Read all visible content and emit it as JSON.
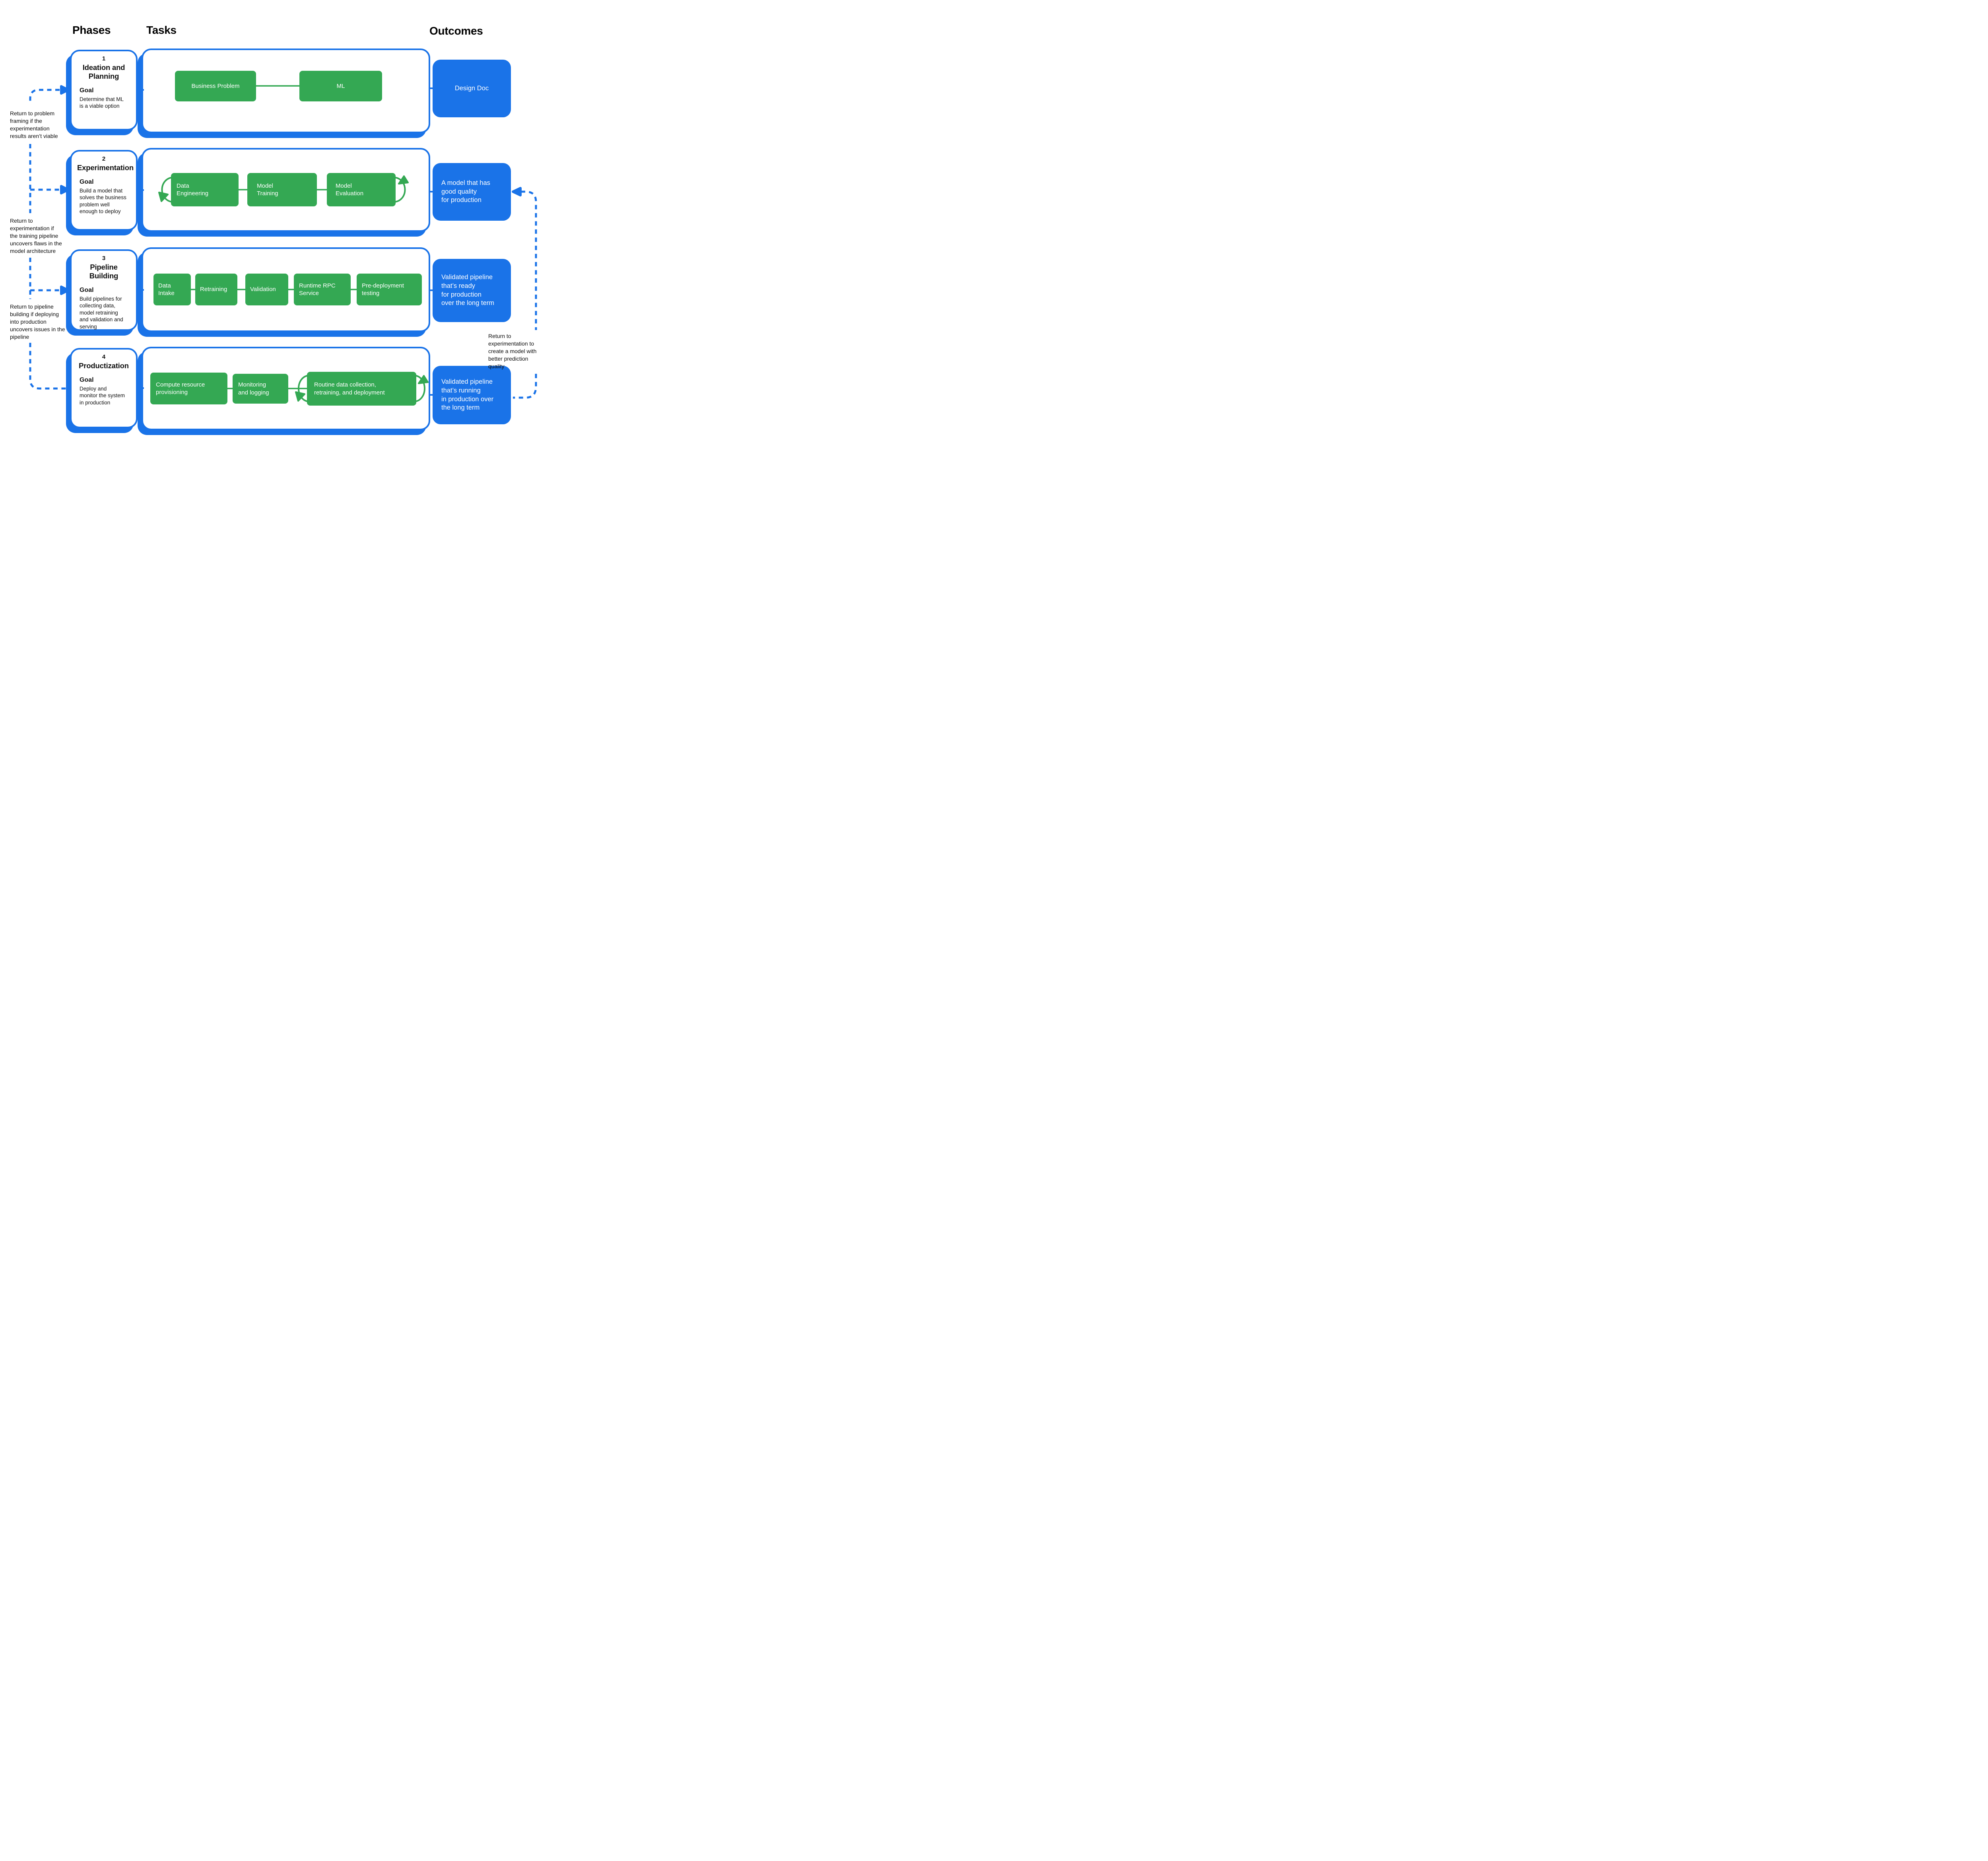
{
  "colors": {
    "green": "#34a853",
    "blue": "#1a73e8",
    "background": "#ffffff"
  },
  "headers": {
    "phases": "Phases",
    "tasks": "Tasks",
    "outcomes": "Outcomes"
  },
  "phases": [
    {
      "number": "1",
      "title": "Ideation and\nPlanning",
      "goal_label": "Goal",
      "goal_text": "Determine that ML\nis a viable option"
    },
    {
      "number": "2",
      "title": "Experimentation",
      "goal_label": "Goal",
      "goal_text": "Build a model that\nsolves the business\nproblem well\nenough to deploy"
    },
    {
      "number": "3",
      "title": "Pipeline Building",
      "goal_label": "Goal",
      "goal_text": "Build pipelines for\ncollecting data,\nmodel retraining\nand validation and\nserving"
    },
    {
      "number": "4",
      "title": "Productization",
      "goal_label": "Goal",
      "goal_text": "Deploy and\nmonitor the system\nin production"
    }
  ],
  "tasks": {
    "row1": [
      {
        "label": "Business Problem"
      },
      {
        "label": "ML"
      }
    ],
    "row2": [
      {
        "label": "Data\nEngineering"
      },
      {
        "label": "Model\nTraining"
      },
      {
        "label": "Model\nEvaluation"
      }
    ],
    "row3": [
      {
        "label": "Data\nIntake"
      },
      {
        "label": "Retraining"
      },
      {
        "label": "Validation"
      },
      {
        "label": "Runtime RPC\nService"
      },
      {
        "label": "Pre-deployment\ntesting"
      }
    ],
    "row4": [
      {
        "label": "Compute  resource\nprovisioning"
      },
      {
        "label": "Monitoring\nand logging"
      },
      {
        "label": "Routine data collection,\nretraining, and deployment"
      }
    ]
  },
  "outcomes": [
    {
      "label": "Design Doc"
    },
    {
      "label": "A model that has\ngood quality\nfor production"
    },
    {
      "label": "Validated pipeline\nthat’s ready\nfor production\nover the long term"
    },
    {
      "label": "Validated pipeline\nthat’s running\nin production over\nthe long term"
    }
  ],
  "annotations": {
    "left": [
      {
        "text": "Return to problem\nframing if the\nexperimentation\nresults aren’t viable"
      },
      {
        "text": "Return to\nexperimentation if\nthe training pipeline\nuncovers flaws in the\nmodel architecture"
      },
      {
        "text": "Return to pipeline\nbuilding if deploying\ninto production\nuncovers issues in the\npipeline"
      }
    ],
    "right": {
      "text": "Return to\nexperimentation to\ncreate a model with\nbetter prediction\nquality"
    }
  }
}
